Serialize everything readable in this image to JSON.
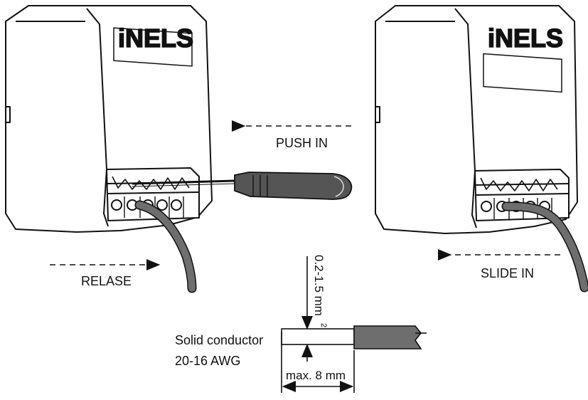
{
  "labels": {
    "push_in": "PUSH IN",
    "relase": "RELASE",
    "slide_in": "SLIDE IN",
    "cross_section": "0.2-1.5 mm",
    "cross_section_sup": "2",
    "solid_conductor": "Solid conductor",
    "awg": "20-16 AWG",
    "strip_length": "max. 8 mm"
  },
  "brand": "iNELS",
  "colors": {
    "line": "#111111",
    "wire_insulation": "#6e6e6e",
    "screwdriver_handle": "#555555",
    "background": "#ffffff"
  }
}
